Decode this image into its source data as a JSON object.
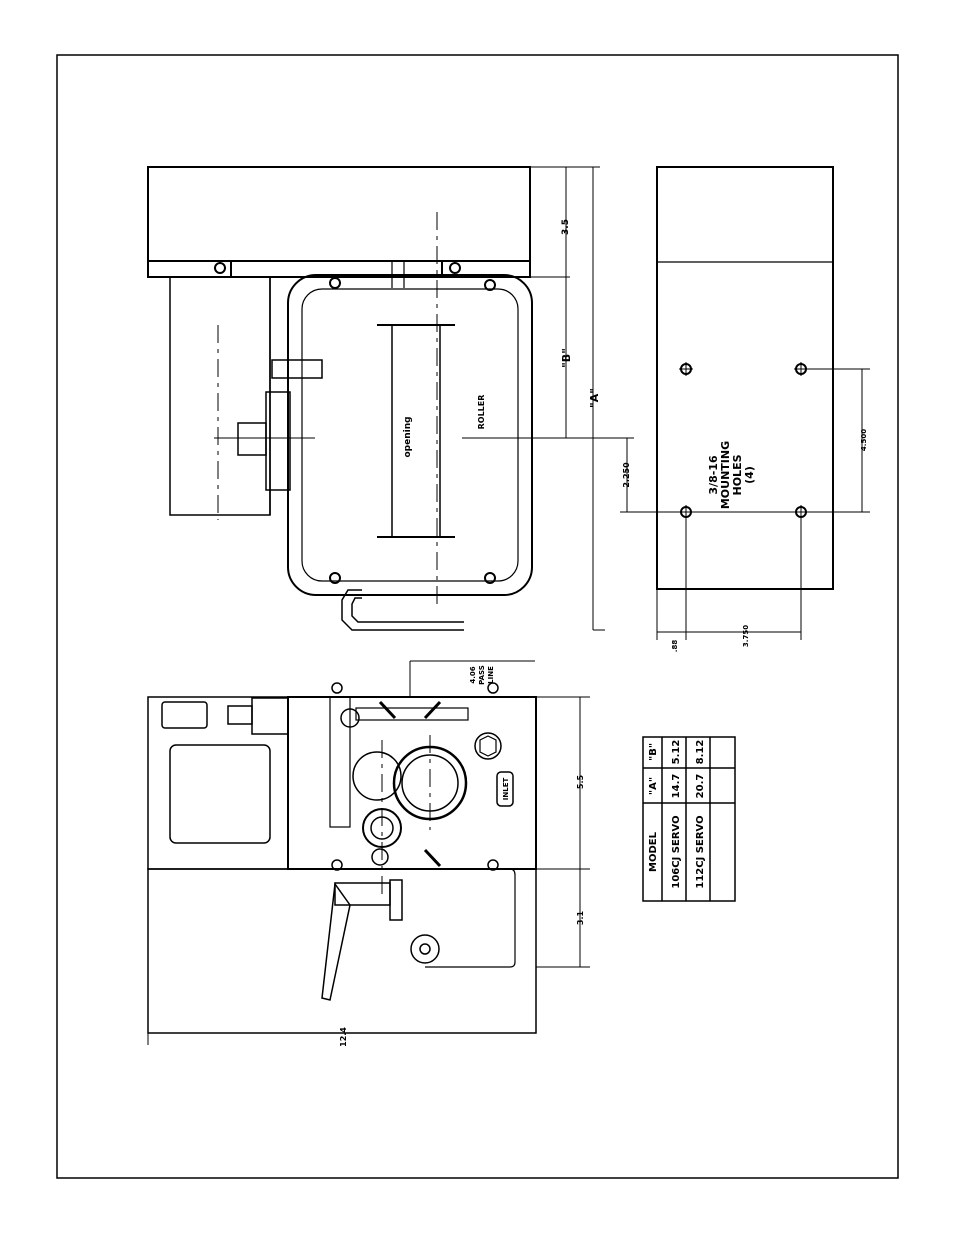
{
  "labels": {
    "dim_3_5": "3.5",
    "dim_B": "\"B\"",
    "dim_A": "\"A\"",
    "opening": "opening",
    "roller": "ROLLER",
    "dim_2_250": "2.250",
    "mounting_l1": "3/8-16",
    "mounting_l2": "MOUNTING",
    "mounting_l3": "HOLES",
    "mounting_l4": "(4)",
    "dim_4_500": "4.500",
    "dim_88": ".88",
    "dim_3_750": "3.750",
    "pass_line_l1": "4.06",
    "pass_line_l2": "PASS",
    "pass_line_l3": "LINE",
    "inlet": "INLET",
    "dim_5_5": "5.5",
    "dim_3_1": "3.1",
    "dim_12_4": "12.4"
  },
  "table": {
    "headers": [
      "MODEL",
      "\"A\"",
      "\"B\""
    ],
    "rows": [
      [
        "106CJ SERVO",
        "14.7",
        "5.12"
      ],
      [
        "112CJ SERVO",
        "20.7",
        "8.12"
      ],
      [
        "",
        "",
        ""
      ]
    ]
  }
}
